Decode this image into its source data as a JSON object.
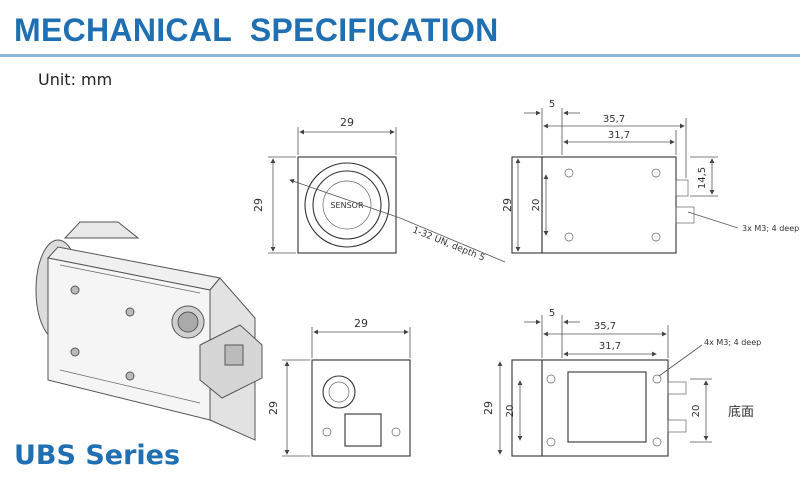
{
  "header": {
    "title": "MECHANICAL  SPECIFICATION",
    "unit_label": "Unit: mm"
  },
  "footer": {
    "series_label": "UBS Series"
  },
  "front_view": {
    "width": "29",
    "height": "29",
    "sensor_label": "SENSOR",
    "mount_note": "1-32 UN, depth 5"
  },
  "side_view": {
    "offset": "5",
    "overall": "35,7",
    "inner": "31,7",
    "height": "29",
    "hole_spacing": "20",
    "connector": "14,5",
    "hole_note": "3x M3; 4 deep"
  },
  "back_view": {
    "width": "29",
    "height": "29"
  },
  "bottom_view": {
    "offset": "5",
    "overall": "35,7",
    "inner": "31,7",
    "height": "29",
    "left_spacing": "20",
    "right_spacing": "20",
    "hole_note": "4x M3; 4 deep",
    "view_label": "底面"
  }
}
